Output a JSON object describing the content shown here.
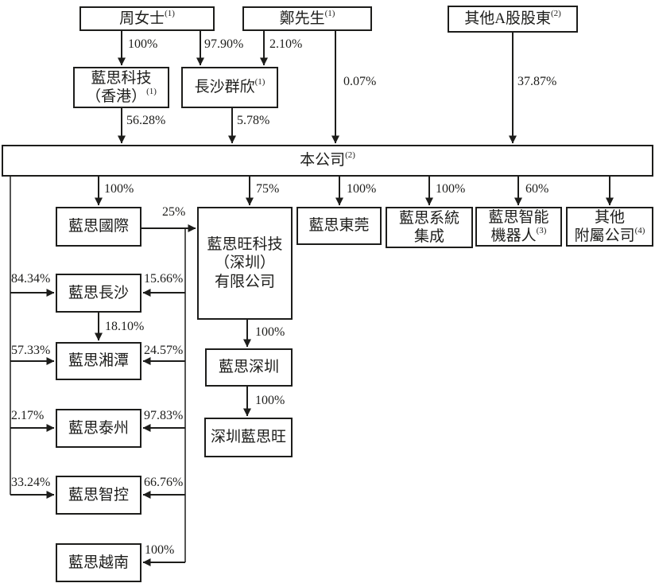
{
  "boxes": {
    "zhou": {
      "label": "周女士",
      "sup": "(1)"
    },
    "zheng": {
      "label": "鄭先生",
      "sup": "(1)"
    },
    "other_a_shareholders": {
      "label": "其他A股股東",
      "sup": "(2)"
    },
    "lens_hk": {
      "line1": "藍思科技",
      "line2": "（香港）",
      "sup": "(1)"
    },
    "changsha_qunxin": {
      "label": "長沙群欣",
      "sup": "(1)"
    },
    "company": {
      "label": "本公司",
      "sup": "(2)"
    },
    "lens_international": {
      "label": "藍思國際"
    },
    "lens_wang": {
      "line1": "藍思旺科技",
      "line2": "（深圳）",
      "line3": "有限公司"
    },
    "lens_dongguan": {
      "label": "藍思東莞"
    },
    "lens_system_integration": {
      "line1": "藍思系統",
      "line2": "集成"
    },
    "lens_robotics": {
      "line1": "藍思智能",
      "line2": "機器人",
      "sup": "(3)"
    },
    "other_subsidiaries": {
      "line1": "其他",
      "line2": "附屬公司",
      "sup": "(4)"
    },
    "lens_changsha": {
      "label": "藍思長沙"
    },
    "lens_xiangtan": {
      "label": "藍思湘潭"
    },
    "lens_taizhou": {
      "label": "藍思泰州"
    },
    "lens_zhikong": {
      "label": "藍思智控"
    },
    "lens_vietnam": {
      "label": "藍思越南"
    },
    "lens_shenzhen": {
      "label": "藍思深圳"
    },
    "shenzhen_lens_wang": {
      "label": "深圳藍思旺"
    }
  },
  "percentages": {
    "zhou_to_lens_hk": "100%",
    "zhou_to_qunxin": "97.90%",
    "zheng_to_qunxin": "2.10%",
    "zheng_to_company": "0.07%",
    "other_a_to_company": "37.87%",
    "lens_hk_to_company": "56.28%",
    "qunxin_to_company": "5.78%",
    "company_to_international": "100%",
    "company_to_lens_wang": "75%",
    "company_to_dongguan": "100%",
    "company_to_system_integration": "100%",
    "company_to_robotics": "60%",
    "international_to_lens_wang": "25%",
    "company_to_changsha": "84.34%",
    "international_to_changsha": "15.66%",
    "changsha_to_xiangtan": "18.10%",
    "company_to_xiangtan": "57.33%",
    "international_to_xiangtan": "24.57%",
    "company_to_taizhou": "2.17%",
    "international_to_taizhou": "97.83%",
    "company_to_zhikong": "33.24%",
    "international_to_zhikong": "66.76%",
    "international_to_vietnam": "100%",
    "lens_wang_to_shenzhen": "100%",
    "shenzhen_to_shenzhen_lens_wang": "100%"
  },
  "line_color": "#1d1d1b"
}
